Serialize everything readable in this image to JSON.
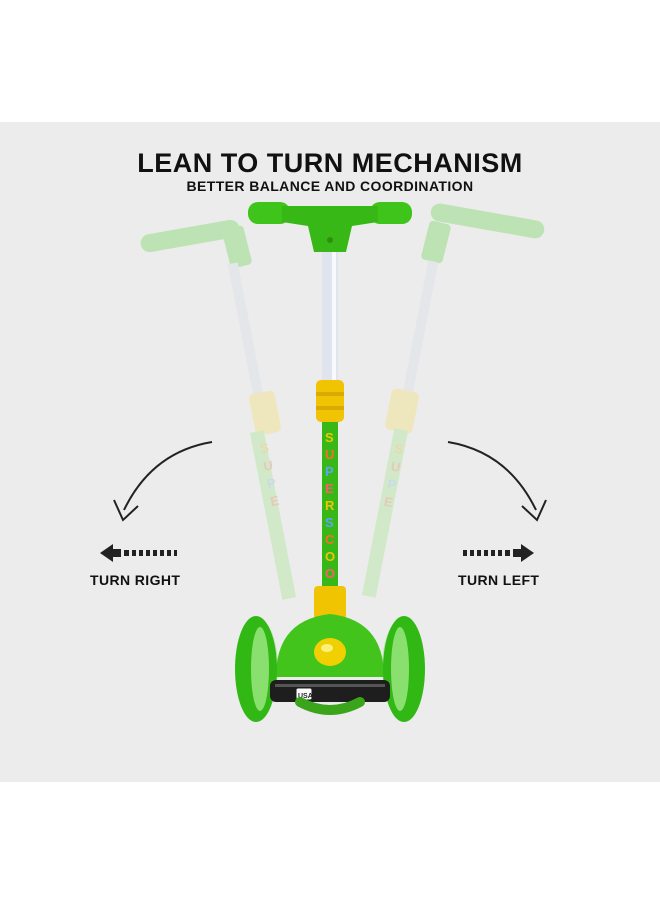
{
  "headline": {
    "title": "LEAN TO TURN MECHANISM",
    "subtitle": "BETTER BALANCE AND COORDINATION"
  },
  "labels": {
    "turn_right": "TURN RIGHT",
    "turn_left": "TURN LEFT"
  },
  "scooter": {
    "stem_text": "SUPERSCOOTY",
    "deck_logo": "USA",
    "colors": {
      "background": "#ececec",
      "handle_green": "#3ec41a",
      "deck_green": "#42c41c",
      "collar_yellow": "#f0c400",
      "pole_silver": "#dfe4ee",
      "ghost_green": "#b9e3ae",
      "ghost_yellow": "#efe7b8",
      "arrow": "#222222"
    }
  },
  "icons": {
    "curve_left": "curved-arrow-left-icon",
    "curve_right": "curved-arrow-right-icon",
    "dotted_left": "dotted-arrow-left-icon",
    "dotted_right": "dotted-arrow-right-icon"
  }
}
